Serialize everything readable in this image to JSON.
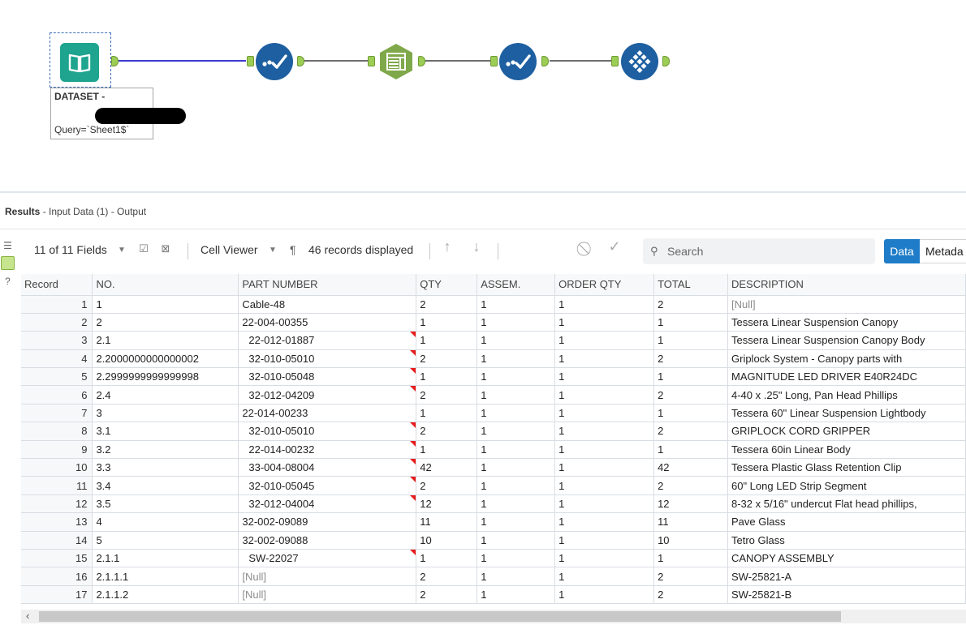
{
  "canvas": {
    "tools": [
      {
        "name": "input-data-tool",
        "icon": "book-icon",
        "color": "#1ea48f"
      },
      {
        "name": "data-cleansing-tool-1",
        "icon": "check-wave-icon",
        "color": "#1d5fa0"
      },
      {
        "name": "select-tool",
        "icon": "table-grid-icon",
        "color": "#7fa84a"
      },
      {
        "name": "data-cleansing-tool-2",
        "icon": "check-wave-icon",
        "color": "#1d5fa0"
      },
      {
        "name": "output-tool",
        "icon": "diamond-grid-icon",
        "color": "#1d5fa0"
      }
    ],
    "input_label": {
      "line1": "DATASET -",
      "line3": "Query=`Sheet1$`"
    }
  },
  "results": {
    "title_bold": "Results",
    "title_rest": " - Input Data (1) - Output",
    "toolbar": {
      "fields": "11 of 11 Fields",
      "cell_viewer": "Cell Viewer",
      "pilcrow": "¶",
      "records": "46 records displayed",
      "search_placeholder": "Search",
      "data_button": "Data",
      "metadata_button": "Metada"
    },
    "columns": [
      "Record",
      "NO.",
      "PART NUMBER",
      "QTY",
      "ASSEM.",
      "ORDER QTY",
      "TOTAL",
      "DESCRIPTION"
    ],
    "rows": [
      {
        "rec": "1",
        "no": "1",
        "pn": "Cable-48",
        "qty": "2",
        "assem": "1",
        "oqty": "1",
        "total": "2",
        "desc": "[Null]"
      },
      {
        "rec": "2",
        "no": "2",
        "pn": "22-004-00355",
        "qty": "1",
        "assem": "1",
        "oqty": "1",
        "total": "1",
        "desc": "Tessera Linear Suspension Canopy"
      },
      {
        "rec": "3",
        "no": "2.1",
        "pn": "22-012-01887",
        "qty": "1",
        "assem": "1",
        "oqty": "1",
        "total": "1",
        "desc": "Tessera Linear Suspension Canopy Body"
      },
      {
        "rec": "4",
        "no": "2.2000000000000002",
        "pn": "32-010-05010",
        "qty": "2",
        "assem": "1",
        "oqty": "1",
        "total": "2",
        "desc": "Griplock System - Canopy parts with"
      },
      {
        "rec": "5",
        "no": "2.2999999999999998",
        "pn": "32-010-05048",
        "qty": "1",
        "assem": "1",
        "oqty": "1",
        "total": "1",
        "desc": "MAGNITUDE LED DRIVER E40R24DC"
      },
      {
        "rec": "6",
        "no": "2.4",
        "pn": "32-012-04209",
        "qty": "2",
        "assem": "1",
        "oqty": "1",
        "total": "2",
        "desc": "4-40 x .25\" Long, Pan Head Phillips"
      },
      {
        "rec": "7",
        "no": "3",
        "pn": "22-014-00233",
        "qty": "1",
        "assem": "1",
        "oqty": "1",
        "total": "1",
        "desc": "Tessera 60\" Linear Suspension Lightbody"
      },
      {
        "rec": "8",
        "no": "3.1",
        "pn": "32-010-05010",
        "qty": "2",
        "assem": "1",
        "oqty": "1",
        "total": "2",
        "desc": "GRIPLOCK CORD GRIPPER"
      },
      {
        "rec": "9",
        "no": "3.2",
        "pn": "22-014-00232",
        "qty": "1",
        "assem": "1",
        "oqty": "1",
        "total": "1",
        "desc": "Tessera 60in Linear Body"
      },
      {
        "rec": "10",
        "no": "3.3",
        "pn": "33-004-08004",
        "qty": "42",
        "assem": "1",
        "oqty": "1",
        "total": "42",
        "desc": "Tessera Plastic Glass Retention Clip"
      },
      {
        "rec": "11",
        "no": "3.4",
        "pn": "32-010-05045",
        "qty": "2",
        "assem": "1",
        "oqty": "1",
        "total": "2",
        "desc": "60\" Long LED Strip Segment"
      },
      {
        "rec": "12",
        "no": "3.5",
        "pn": "32-012-04004",
        "qty": "12",
        "assem": "1",
        "oqty": "1",
        "total": "12",
        "desc": "8-32 x 5/16\" undercut Flat head phillips,"
      },
      {
        "rec": "13",
        "no": "4",
        "pn": "32-002-09089",
        "qty": "11",
        "assem": "1",
        "oqty": "1",
        "total": "11",
        "desc": "Pave Glass"
      },
      {
        "rec": "14",
        "no": "5",
        "pn": "32-002-09088",
        "qty": "10",
        "assem": "1",
        "oqty": "1",
        "total": "10",
        "desc": "Tetro Glass"
      },
      {
        "rec": "15",
        "no": "2.1.1",
        "pn": "SW-22027",
        "qty": "1",
        "assem": "1",
        "oqty": "1",
        "total": "1",
        "desc": "CANOPY ASSEMBLY"
      },
      {
        "rec": "16",
        "no": "2.1.1.1",
        "pn": "[Null]",
        "qty": "2",
        "assem": "1",
        "oqty": "1",
        "total": "2",
        "desc": "SW-25821-A"
      },
      {
        "rec": "17",
        "no": "2.1.1.2",
        "pn": "[Null]",
        "qty": "2",
        "assem": "1",
        "oqty": "1",
        "total": "2",
        "desc": "SW-25821-B"
      }
    ]
  }
}
